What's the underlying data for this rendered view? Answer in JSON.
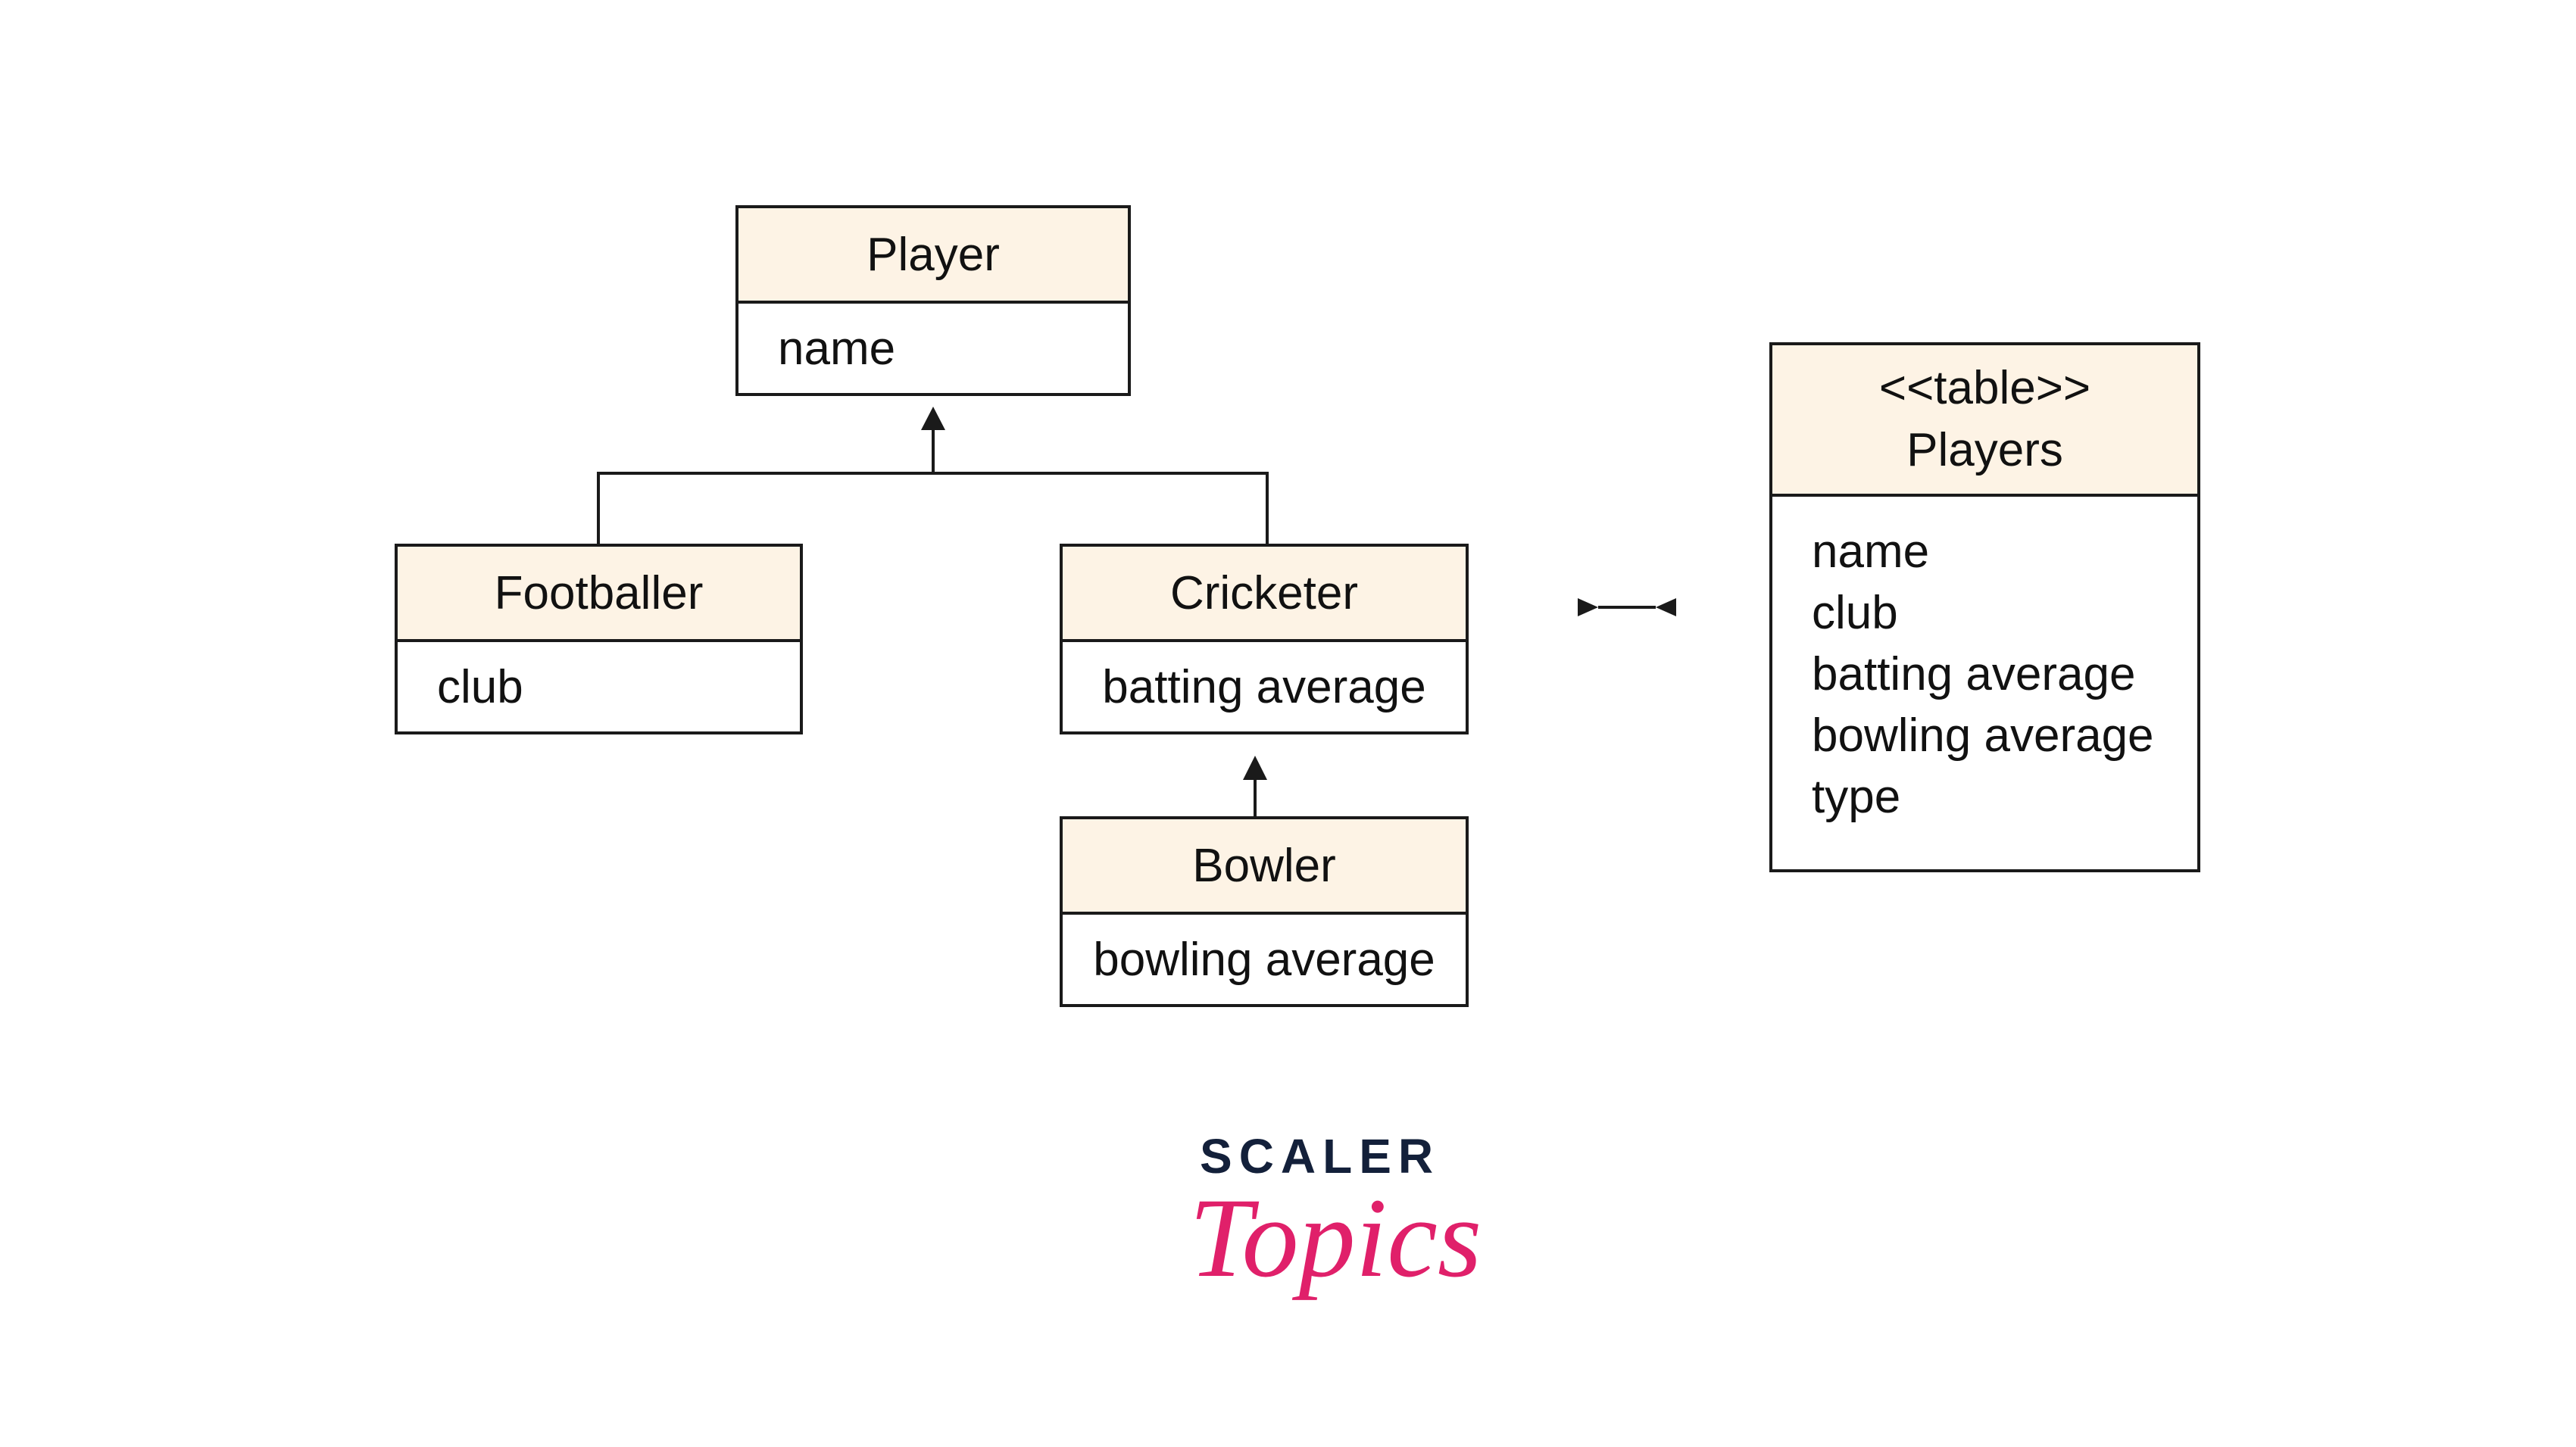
{
  "classes": {
    "player": {
      "name": "Player",
      "attributes": [
        "name"
      ]
    },
    "footballer": {
      "name": "Footballer",
      "attributes": [
        "club"
      ]
    },
    "cricketer": {
      "name": "Cricketer",
      "attributes": [
        "batting average"
      ]
    },
    "bowler": {
      "name": "Bowler",
      "attributes": [
        "bowling average"
      ]
    }
  },
  "table": {
    "stereotype": "<<table>>",
    "name": "Players",
    "columns": [
      "name",
      "club",
      "batting average",
      "bowling average",
      "type"
    ]
  },
  "logo": {
    "word": "SCALER",
    "script": "Topics"
  },
  "colors": {
    "header_fill": "#fdf3e5",
    "line": "#1a1a1a",
    "logo_dark": "#13203a",
    "logo_pink": "#e0206a"
  }
}
